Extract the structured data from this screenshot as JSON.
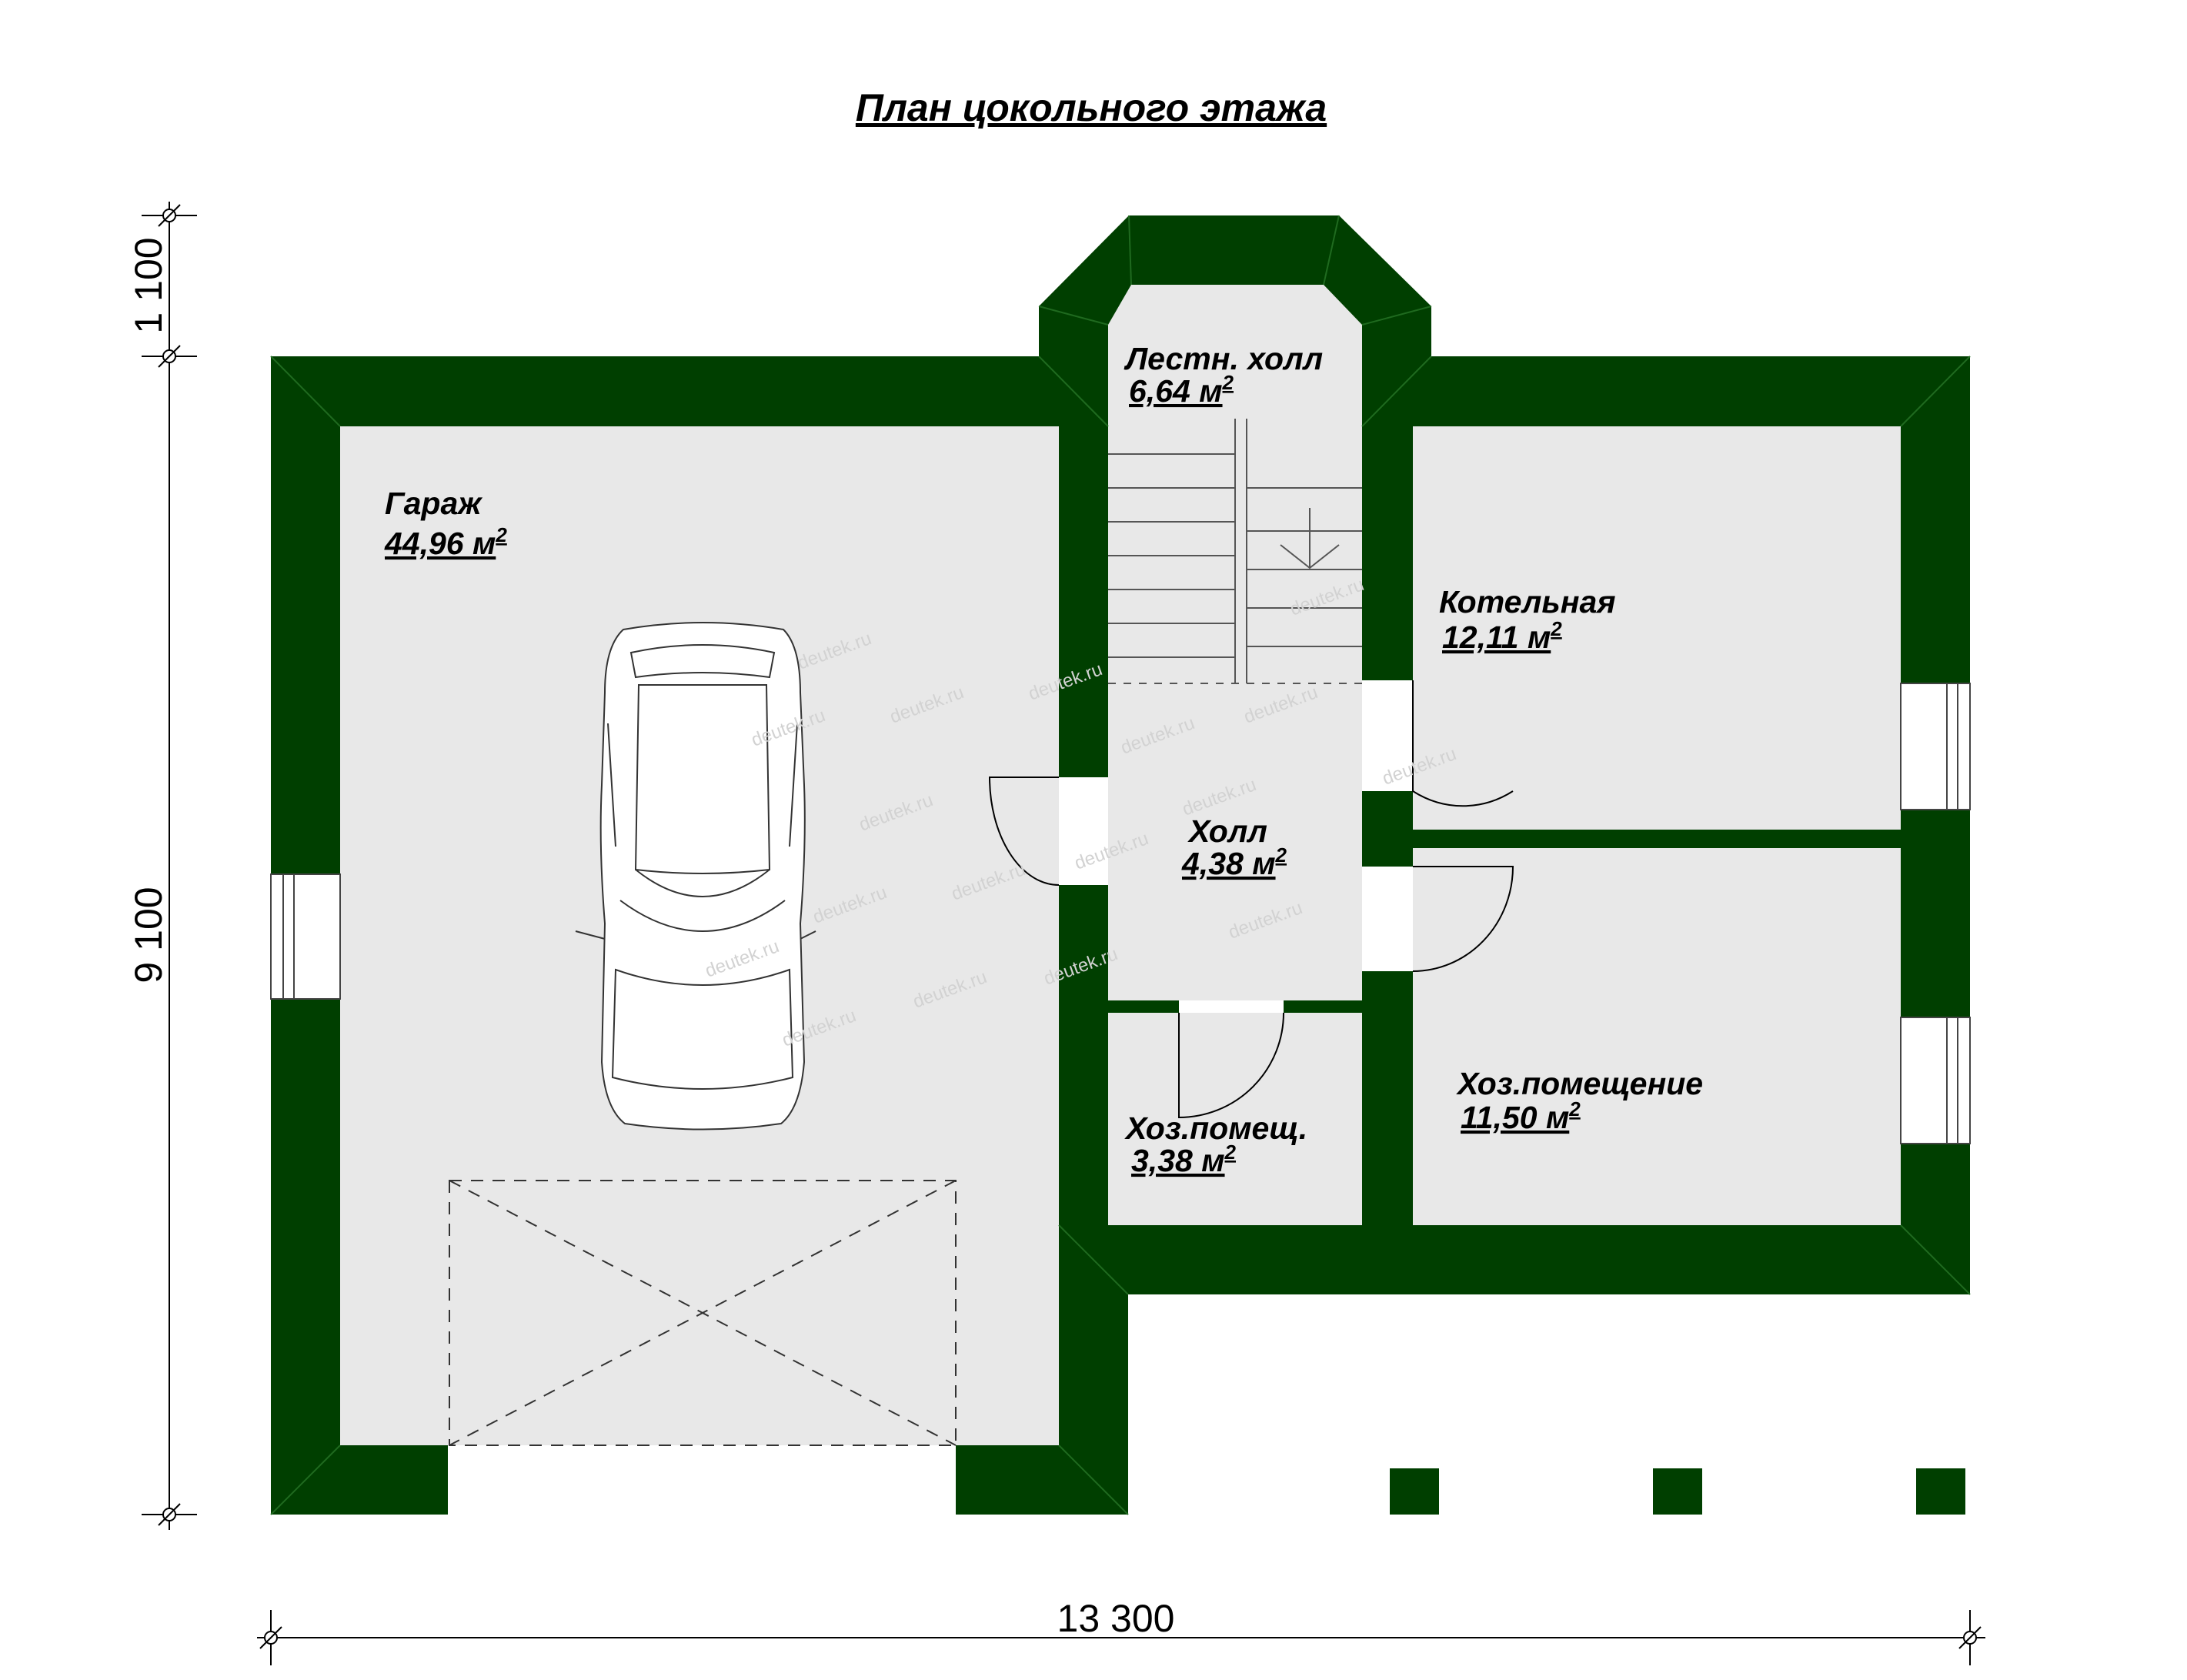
{
  "title": "План цокольного этажа",
  "rooms": {
    "garage": {
      "name": "Гараж",
      "area": "44,96 м",
      "unit_sup": "2"
    },
    "stair_hall": {
      "name": "Лестн. холл",
      "area": "6,64 м",
      "unit_sup": "2"
    },
    "boiler": {
      "name": "Котельная",
      "area": "12,11 м",
      "unit_sup": "2"
    },
    "hall": {
      "name": "Холл",
      "area": "4,38 м",
      "unit_sup": "2"
    },
    "utility_small": {
      "name": "Хоз.помещ.",
      "area": "3,38 м",
      "unit_sup": "2"
    },
    "utility": {
      "name": "Хоз.помещение",
      "area": "11,50 м",
      "unit_sup": "2"
    }
  },
  "dimensions": {
    "top_height": "1 100",
    "total_height": "9 100",
    "total_width": "13 300"
  },
  "watermark": "deutek.ru",
  "colors": {
    "wall": "#003f00",
    "floor": "#e8e8e8",
    "background": "#ffffff",
    "line": "#000000"
  }
}
